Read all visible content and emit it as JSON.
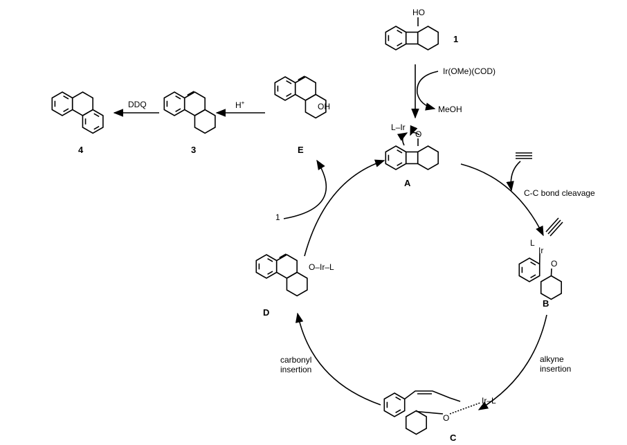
{
  "compounds": {
    "c1": {
      "label": "1",
      "oh": "HO"
    },
    "A": {
      "label": "A",
      "metal": "L–Ir",
      "o": "O"
    },
    "B": {
      "label": "B",
      "metal": "L",
      "ir": "Ir",
      "o": "O"
    },
    "C": {
      "label": "C",
      "metal": "Ir–L",
      "o": "O"
    },
    "D": {
      "label": "D",
      "ligand": "O–Ir–L"
    },
    "E": {
      "label": "E",
      "oh": "OH"
    },
    "c3": {
      "label": "3"
    },
    "c4": {
      "label": "4"
    }
  },
  "reagents": {
    "catalyst": "Ir(OMe)(COD)",
    "byproduct": "MeOH",
    "acid": "H",
    "acid_sup": "+",
    "oxidant": "DDQ",
    "substrate": "1"
  },
  "steps": {
    "cleavage": "C-C bond cleavage",
    "alkyne_1": "alkyne",
    "alkyne_2": "insertion",
    "carbonyl_1": "carbonyl",
    "carbonyl_2": "insertion"
  }
}
